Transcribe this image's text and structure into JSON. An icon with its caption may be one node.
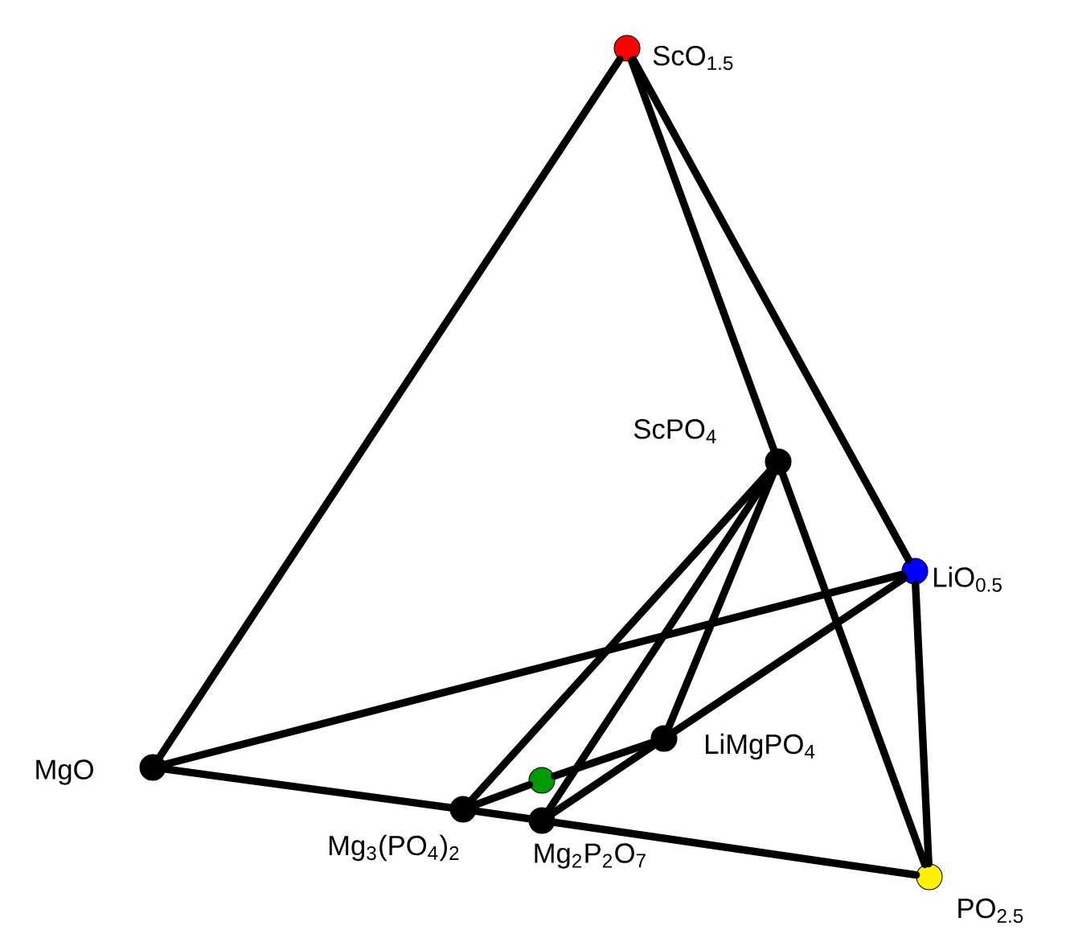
{
  "diagram": {
    "nodes": [
      {
        "text": [
          "ScO$_{1.5}$"
        ]
      },
      {
        "text": [
          "ScPO$_{4}$"
        ]
      },
      {
        "text": [
          "LiO$_{0.5}$"
        ]
      },
      {
        "text": [
          "MgO"
        ]
      },
      {
        "text": [
          "LiMgPO$_{4}$"
        ]
      },
      {
        "text": [],
        "shape": "circle"
      },
      {
        "text": [
          "Mg$_{3}$(PO$_{4}$)$_{2}$"
        ]
      },
      {
        "text": [
          "Mg$_{2}$P$_{2}$O$_{7}$"
        ]
      },
      {
        "text": [
          "PO$_{2.5}$"
        ]
      }
    ],
    "edges": [
      {
        "from": 0,
        "to": 3,
        "arrow": "none"
      },
      {
        "from": 0,
        "to": 1,
        "arrow": "none"
      },
      {
        "from": 0,
        "to": 2,
        "arrow": "none"
      },
      {
        "from": 1,
        "to": 8,
        "arrow": "none"
      },
      {
        "from": 2,
        "to": 8,
        "arrow": "none"
      },
      {
        "from": 3,
        "to": 2,
        "arrow": "none"
      },
      {
        "from": 3,
        "to": 6,
        "arrow": "none"
      },
      {
        "from": 6,
        "to": 7,
        "arrow": "none"
      },
      {
        "from": 7,
        "to": 8,
        "arrow": "none"
      },
      {
        "from": 1,
        "to": 6,
        "arrow": "none"
      },
      {
        "from": 1,
        "to": 7,
        "arrow": "none"
      },
      {
        "from": 1,
        "to": 4,
        "arrow": "none"
      },
      {
        "from": 6,
        "to": 5,
        "arrow": "none"
      },
      {
        "from": 5,
        "to": 4,
        "arrow": "none"
      },
      {
        "from": 7,
        "to": 4,
        "arrow": "none"
      },
      {
        "from": 4,
        "to": 2,
        "arrow": "none"
      }
    ]
  }
}
